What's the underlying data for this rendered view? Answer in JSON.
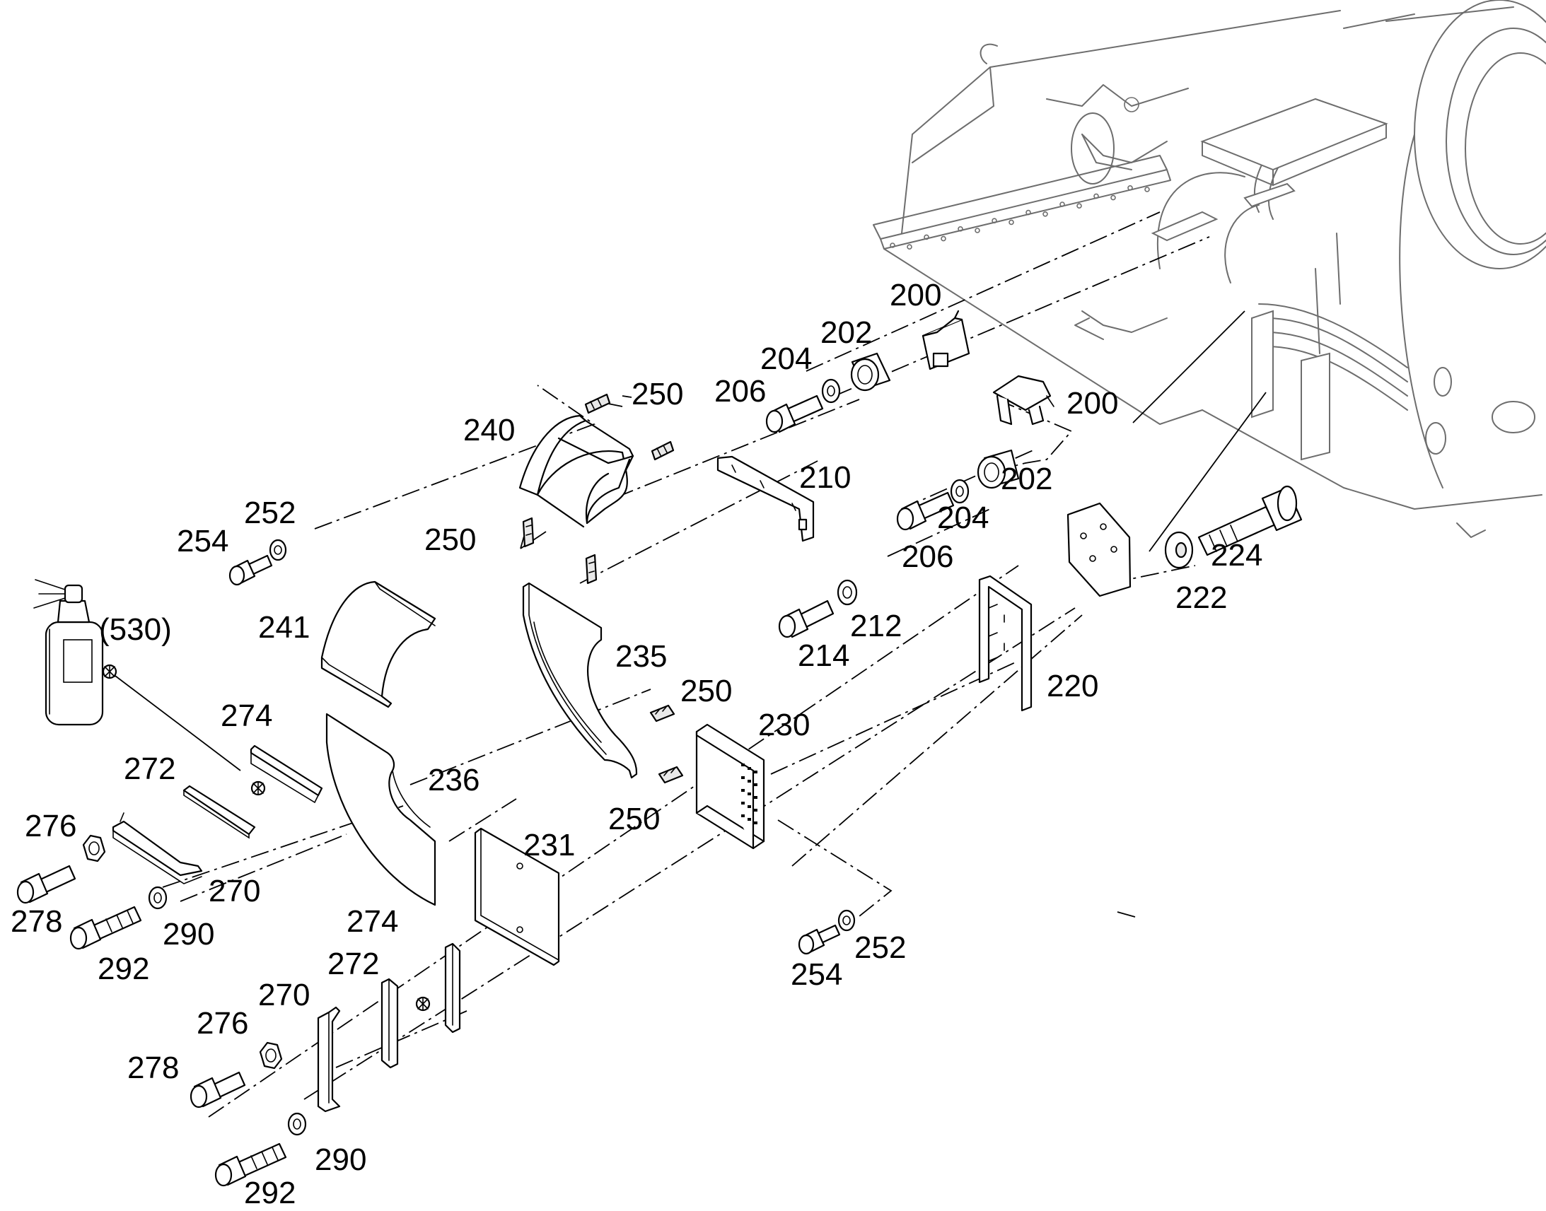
{
  "labels": {
    "l200a": "200",
    "l200b": "200",
    "l202a": "202",
    "l202b": "202",
    "l204a": "204",
    "l204b": "204",
    "l206a": "206",
    "l206b": "206",
    "l210": "210",
    "l212": "212",
    "l214": "214",
    "l220": "220",
    "l222": "222",
    "l224": "224",
    "l230": "230",
    "l231": "231",
    "l235": "235",
    "l236": "236",
    "l240": "240",
    "l241": "241",
    "l250a": "250",
    "l250b": "250",
    "l250c": "250",
    "l250d": "250",
    "l252a": "252",
    "l252b": "252",
    "l254a": "254",
    "l254b": "254",
    "l270a": "270",
    "l270b": "270",
    "l272a": "272",
    "l272b": "272",
    "l274a": "274",
    "l274b": "274",
    "l276a": "276",
    "l276b": "276",
    "l278a": "278",
    "l278b": "278",
    "l290a": "290",
    "l290b": "290",
    "l292a": "292",
    "l292b": "292",
    "l530": "(530)"
  }
}
